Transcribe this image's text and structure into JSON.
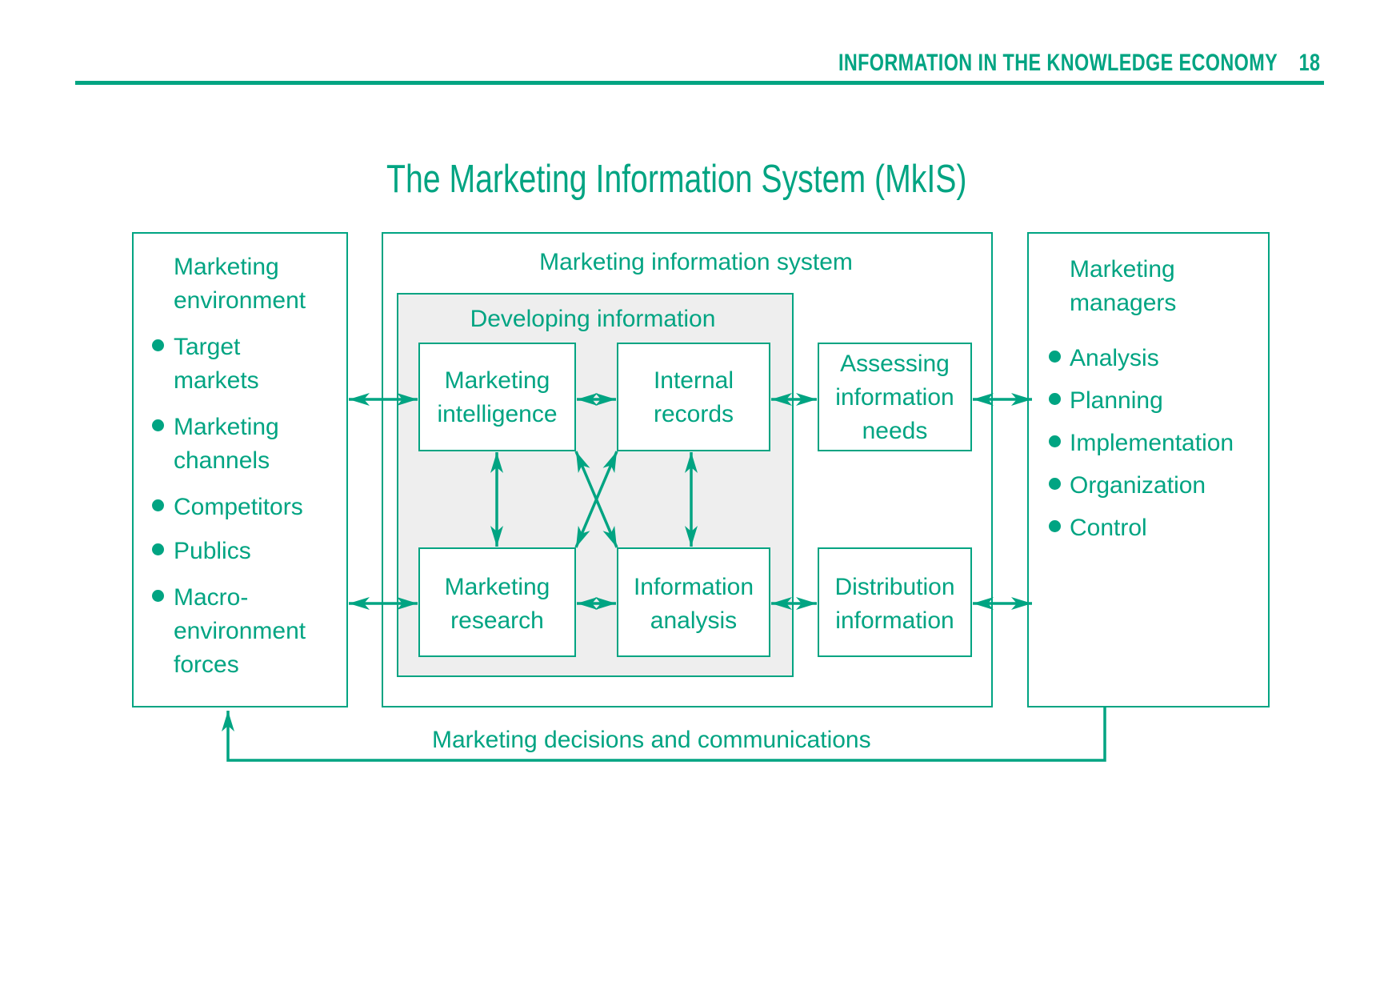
{
  "header": {
    "running_title": "INFORMATION IN THE KNOWLEDGE ECONOMY",
    "page_number": "18"
  },
  "figure": {
    "title": "The Marketing Information System (MkIS)",
    "accent_color": "#00A482",
    "shade_color": "#EEEEEE",
    "environment": {
      "heading": [
        "Marketing",
        "environment"
      ],
      "items": [
        [
          "Target",
          "markets"
        ],
        [
          "Marketing",
          "channels"
        ],
        [
          "Competitors"
        ],
        [
          "Publics"
        ],
        [
          "Macro-",
          "environment",
          "forces"
        ]
      ]
    },
    "system": {
      "heading": "Marketing information system",
      "developing": {
        "heading": "Developing information",
        "boxes": {
          "intelligence": [
            "Marketing",
            "intelligence"
          ],
          "internal": [
            "Internal",
            "records"
          ],
          "research": [
            "Marketing",
            "research"
          ],
          "analysis": [
            "Information",
            "analysis"
          ]
        }
      },
      "assessing": [
        "Assessing",
        "information",
        "needs"
      ],
      "distribution": [
        "Distribution",
        "information"
      ]
    },
    "managers": {
      "heading": [
        "Marketing",
        "managers"
      ],
      "items": [
        "Analysis",
        "Planning",
        "Implementation",
        "Organization",
        "Control"
      ]
    },
    "feedback_label": "Marketing decisions and communications"
  }
}
